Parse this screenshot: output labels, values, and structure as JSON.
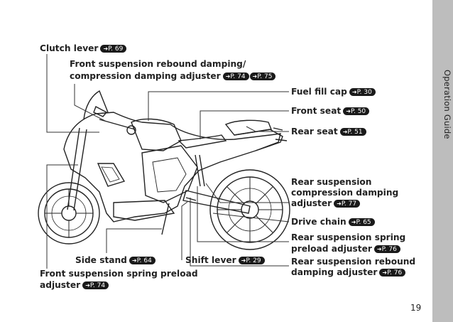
{
  "sidebar": {
    "section_title": "Operation Guide"
  },
  "page": {
    "number": "19"
  },
  "ref_prefix": "➜",
  "labels": {
    "clutch_lever": {
      "text": "Clutch lever",
      "ref": "P. 69"
    },
    "front_rebound_line1": "Front suspension rebound damping/",
    "front_rebound_line2": {
      "text": "compression damping adjuster",
      "ref1": "P. 74",
      "ref2": "P. 75"
    },
    "fuel_fill_cap": {
      "text": "Fuel fill cap",
      "ref": "P. 30"
    },
    "front_seat": {
      "text": "Front seat",
      "ref": "P. 50"
    },
    "rear_seat": {
      "text": "Rear seat",
      "ref": "P. 51"
    },
    "rear_comp_line1": "Rear suspension",
    "rear_comp_line2": "compression damping",
    "rear_comp_line3": {
      "text": "adjuster",
      "ref": "P. 77"
    },
    "drive_chain": {
      "text": "Drive chain",
      "ref": "P. 65"
    },
    "rear_spring_line1": "Rear suspension spring",
    "rear_spring_line2": {
      "text": "preload adjuster",
      "ref": "P. 76"
    },
    "rear_rebound_line1": "Rear suspension rebound",
    "rear_rebound_line2": {
      "text": "damping adjuster",
      "ref": "P. 76"
    },
    "side_stand": {
      "text": "Side stand",
      "ref": "P. 64"
    },
    "shift_lever": {
      "text": "Shift lever",
      "ref": "P. 29"
    },
    "front_spring_line1": "Front suspension spring preload",
    "front_spring_line2": {
      "text": "adjuster",
      "ref": "P. 74"
    }
  }
}
